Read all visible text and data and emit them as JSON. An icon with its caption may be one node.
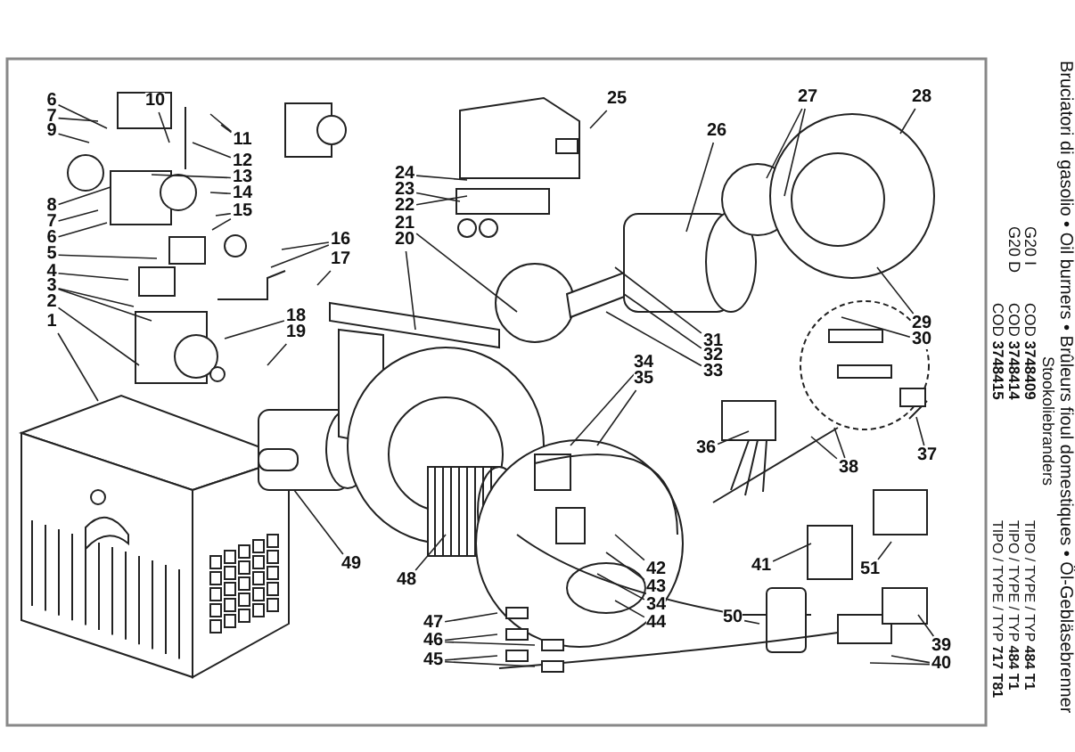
{
  "diagram": {
    "title": "Bruciatori di gasolio • Oil burners • Brûleurs fioul domestiques • Öl-Gebläsebrenner",
    "nodes": [
      {
        "text": [
          "6"
        ]
      },
      {
        "text": [
          "7"
        ]
      },
      {
        "text": [
          "9"
        ]
      },
      {
        "text": [
          "10"
        ]
      },
      {
        "text": [
          "11"
        ]
      },
      {
        "text": [
          "12"
        ]
      },
      {
        "text": [
          "13"
        ]
      },
      {
        "text": [
          "14"
        ]
      },
      {
        "text": [
          "15"
        ]
      },
      {
        "text": [
          "8"
        ]
      },
      {
        "text": [
          "7"
        ]
      },
      {
        "text": [
          "6"
        ]
      },
      {
        "text": [
          "5"
        ]
      },
      {
        "text": [
          "4"
        ]
      },
      {
        "text": [
          "3"
        ]
      },
      {
        "text": [
          "2"
        ]
      },
      {
        "text": [
          "1"
        ]
      },
      {
        "text": [
          "16"
        ]
      },
      {
        "text": [
          "17"
        ]
      },
      {
        "text": [
          "18"
        ]
      },
      {
        "text": [
          "19"
        ]
      },
      {
        "text": [
          "24"
        ]
      },
      {
        "text": [
          "23"
        ]
      },
      {
        "text": [
          "22"
        ]
      },
      {
        "text": [
          "21"
        ]
      },
      {
        "text": [
          "20"
        ]
      },
      {
        "text": [
          "25"
        ]
      },
      {
        "text": [
          "26"
        ]
      },
      {
        "text": [
          "27"
        ]
      },
      {
        "text": [
          "28"
        ]
      },
      {
        "text": [
          "31"
        ]
      },
      {
        "text": [
          "32"
        ]
      },
      {
        "text": [
          "33"
        ]
      },
      {
        "text": [
          "29"
        ]
      },
      {
        "text": [
          "30"
        ]
      },
      {
        "text": [
          "34"
        ]
      },
      {
        "text": [
          "35"
        ]
      },
      {
        "text": [
          "36"
        ]
      },
      {
        "text": [
          "37"
        ]
      },
      {
        "text": [
          "38"
        ]
      },
      {
        "text": [
          "41"
        ]
      },
      {
        "text": [
          "51"
        ]
      },
      {
        "text": [
          "42"
        ]
      },
      {
        "text": [
          "43"
        ]
      },
      {
        "text": [
          "34"
        ]
      },
      {
        "text": [
          "44"
        ]
      },
      {
        "text": [
          "50"
        ]
      },
      {
        "text": [
          "39"
        ]
      },
      {
        "text": [
          "40"
        ]
      },
      {
        "text": [
          "49"
        ]
      },
      {
        "text": [
          "48"
        ]
      },
      {
        "text": [
          "47"
        ]
      },
      {
        "text": [
          "46"
        ]
      },
      {
        "text": [
          "45"
        ]
      }
    ],
    "edges": [
      {
        "from": 0,
        "to": null,
        "arrow": "none"
      },
      {
        "from": 1,
        "to": null,
        "arrow": "none"
      },
      {
        "from": 2,
        "to": null,
        "arrow": "none"
      },
      {
        "from": 3,
        "to": null,
        "arrow": "none"
      },
      {
        "from": 4,
        "to": null,
        "arrow": "none"
      },
      {
        "from": 4,
        "to": null,
        "arrow": "none"
      },
      {
        "from": 5,
        "to": null,
        "arrow": "none"
      },
      {
        "from": 6,
        "to": null,
        "arrow": "none"
      },
      {
        "from": 7,
        "to": null,
        "arrow": "none"
      },
      {
        "from": 8,
        "to": null,
        "arrow": "none"
      },
      {
        "from": 8,
        "to": null,
        "arrow": "none"
      },
      {
        "from": 9,
        "to": null,
        "arrow": "none"
      },
      {
        "from": 10,
        "to": null,
        "arrow": "none"
      },
      {
        "from": 11,
        "to": null,
        "arrow": "none"
      },
      {
        "from": 12,
        "to": null,
        "arrow": "none"
      },
      {
        "from": 13,
        "to": null,
        "arrow": "none"
      },
      {
        "from": 14,
        "to": null,
        "arrow": "none"
      },
      {
        "from": 14,
        "to": null,
        "arrow": "none"
      },
      {
        "from": 15,
        "to": null,
        "arrow": "none"
      },
      {
        "from": 16,
        "to": null,
        "arrow": "none"
      },
      {
        "from": 17,
        "to": null,
        "arrow": "none"
      },
      {
        "from": 17,
        "to": null,
        "arrow": "none"
      },
      {
        "from": 18,
        "to": null,
        "arrow": "none"
      },
      {
        "from": 19,
        "to": null,
        "arrow": "none"
      },
      {
        "from": 20,
        "to": null,
        "arrow": "none"
      },
      {
        "from": 21,
        "to": null,
        "arrow": "none"
      },
      {
        "from": 22,
        "to": null,
        "arrow": "none"
      },
      {
        "from": 23,
        "to": null,
        "arrow": "none"
      },
      {
        "from": 24,
        "to": null,
        "arrow": "none"
      },
      {
        "from": 25,
        "to": null,
        "arrow": "none"
      },
      {
        "from": 26,
        "to": null,
        "arrow": "none"
      },
      {
        "from": 27,
        "to": null,
        "arrow": "none"
      },
      {
        "from": 28,
        "to": null,
        "arrow": "none"
      },
      {
        "from": 28,
        "to": null,
        "arrow": "none"
      },
      {
        "from": 29,
        "to": null,
        "arrow": "none"
      },
      {
        "from": 30,
        "to": null,
        "arrow": "none"
      },
      {
        "from": 31,
        "to": null,
        "arrow": "none"
      },
      {
        "from": 32,
        "to": null,
        "arrow": "none"
      },
      {
        "from": 33,
        "to": null,
        "arrow": "none"
      },
      {
        "from": 34,
        "to": null,
        "arrow": "none"
      },
      {
        "from": 35,
        "to": null,
        "arrow": "none"
      },
      {
        "from": 36,
        "to": null,
        "arrow": "none"
      },
      {
        "from": 37,
        "to": null,
        "arrow": "none"
      },
      {
        "from": 38,
        "to": null,
        "arrow": "none"
      },
      {
        "from": 39,
        "to": null,
        "arrow": "none"
      },
      {
        "from": 39,
        "to": null,
        "arrow": "none"
      },
      {
        "from": 40,
        "to": null,
        "arrow": "none"
      },
      {
        "from": 41,
        "to": null,
        "arrow": "none"
      },
      {
        "from": 42,
        "to": null,
        "arrow": "none"
      },
      {
        "from": 43,
        "to": null,
        "arrow": "none"
      },
      {
        "from": 44,
        "to": null,
        "arrow": "none"
      },
      {
        "from": 45,
        "to": null,
        "arrow": "none"
      },
      {
        "from": 46,
        "to": null,
        "arrow": "none"
      },
      {
        "from": 47,
        "to": null,
        "arrow": "none"
      },
      {
        "from": 48,
        "to": null,
        "arrow": "none"
      },
      {
        "from": 48,
        "to": null,
        "arrow": "none"
      },
      {
        "from": 49,
        "to": null,
        "arrow": "none"
      },
      {
        "from": 50,
        "to": null,
        "arrow": "none"
      },
      {
        "from": 51,
        "to": null,
        "arrow": "none"
      },
      {
        "from": 52,
        "to": null,
        "arrow": "none"
      },
      {
        "from": 52,
        "to": null,
        "arrow": "none"
      },
      {
        "from": 53,
        "to": null,
        "arrow": "none"
      },
      {
        "from": 53,
        "to": null,
        "arrow": "none"
      }
    ],
    "labels": [
      "Stookoliebranders",
      "G20 I",
      "COD **3748409**",
      "TIPO / TYPE / TYP **484 T1**",
      "G20 D",
      "COD **3748414**",
      "TIPO / TYPE / TYP **484 T1**",
      "COD **3748415**",
      "TIPO / TYPE / TYP **717 T81**"
    ]
  }
}
